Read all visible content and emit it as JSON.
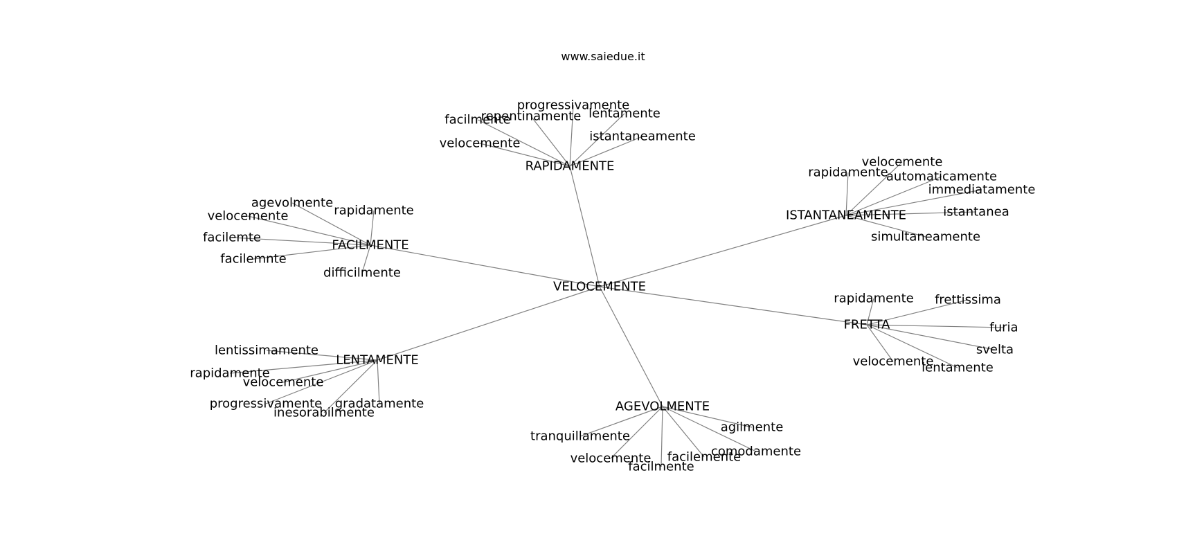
{
  "header": {
    "site": "www.saiedue.it"
  },
  "colors": {
    "edge": "#808080",
    "text": "#000000",
    "background": "#ffffff"
  },
  "graph": {
    "center": "VELOCEMENTE",
    "groups": [
      {
        "hub": "RAPIDAMENTE",
        "leaves": [
          "facilmente",
          "repentinamente",
          "progressivamente",
          "lentamente",
          "velocemente",
          "istantaneamente"
        ]
      },
      {
        "hub": "FACILMENTE",
        "leaves": [
          "agevolmente",
          "rapidamente",
          "velocemente",
          "facilemte",
          "facilemnte",
          "difficilmente"
        ]
      },
      {
        "hub": "ISTANTANEAMENTE",
        "leaves": [
          "rapidamente",
          "velocemente",
          "automaticamente",
          "immediatamente",
          "istantanea",
          "simultaneamente"
        ]
      },
      {
        "hub": "FRETTA",
        "leaves": [
          "rapidamente",
          "frettissima",
          "furia",
          "svelta",
          "velocemente",
          "lentamente"
        ]
      },
      {
        "hub": "LENTAMENTE",
        "leaves": [
          "lentissimamente",
          "rapidamente",
          "velocemente",
          "progressivamente",
          "gradatamente",
          "inesorabilmente"
        ]
      },
      {
        "hub": "AGEVOLMENTE",
        "leaves": [
          "tranquillamente",
          "agilmente",
          "comodamente",
          "facilemente",
          "velocemente",
          "facilmente"
        ]
      }
    ]
  }
}
